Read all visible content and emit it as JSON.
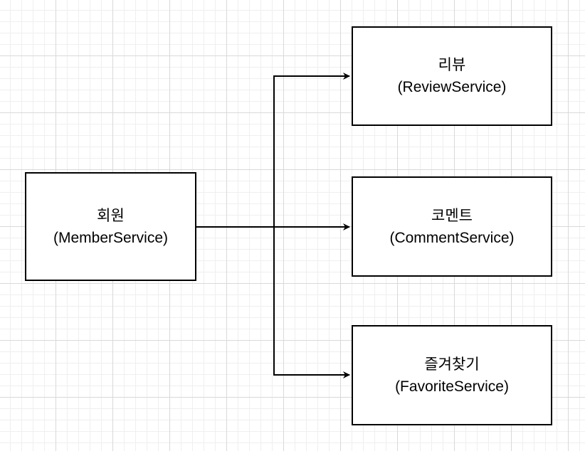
{
  "diagram": {
    "nodes": [
      {
        "id": "member",
        "label": "회원",
        "service": "(MemberService)"
      },
      {
        "id": "review",
        "label": "리뷰",
        "service": "(ReviewService)"
      },
      {
        "id": "comment",
        "label": "코멘트",
        "service": "(CommentService)"
      },
      {
        "id": "favorite",
        "label": "즐겨찾기",
        "service": "(FavoriteService)"
      }
    ],
    "edges": [
      {
        "from": "member",
        "to": "review"
      },
      {
        "from": "member",
        "to": "comment"
      },
      {
        "from": "member",
        "to": "favorite"
      }
    ]
  },
  "colors": {
    "stroke": "#000000",
    "node_fill": "#ffffff",
    "background": "#ffffff",
    "grid": "#d9d9d9"
  }
}
